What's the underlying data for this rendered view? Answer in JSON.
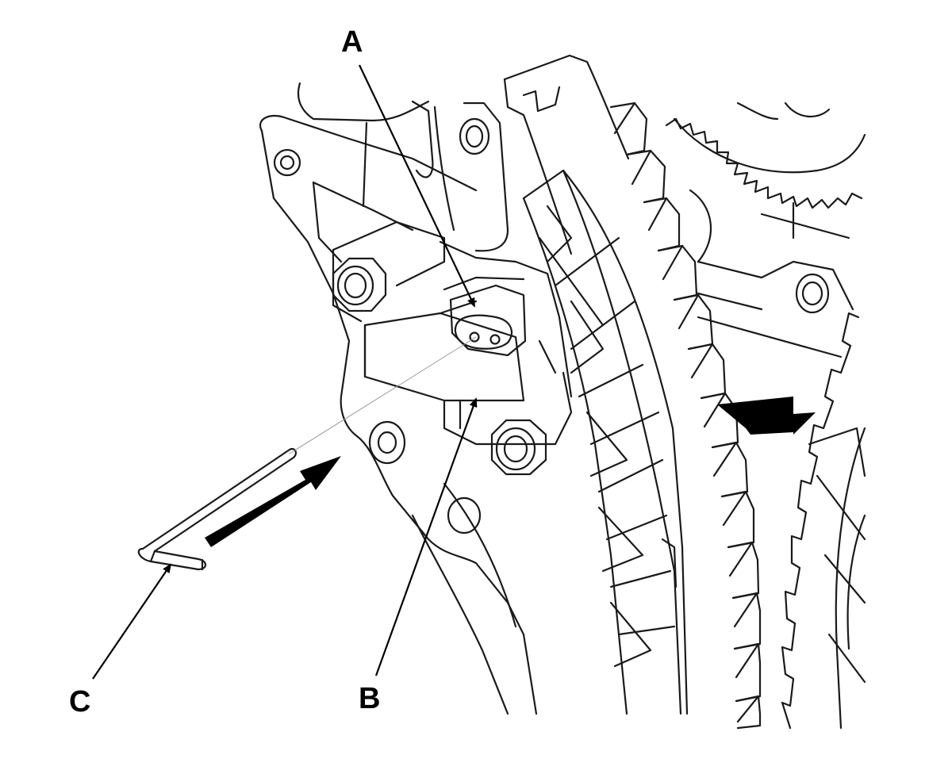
{
  "callouts": {
    "a": "A",
    "b": "B",
    "c": "C"
  },
  "colors": {
    "line": "#1a1a1a",
    "background": "#ffffff",
    "arrow": "#000000"
  }
}
